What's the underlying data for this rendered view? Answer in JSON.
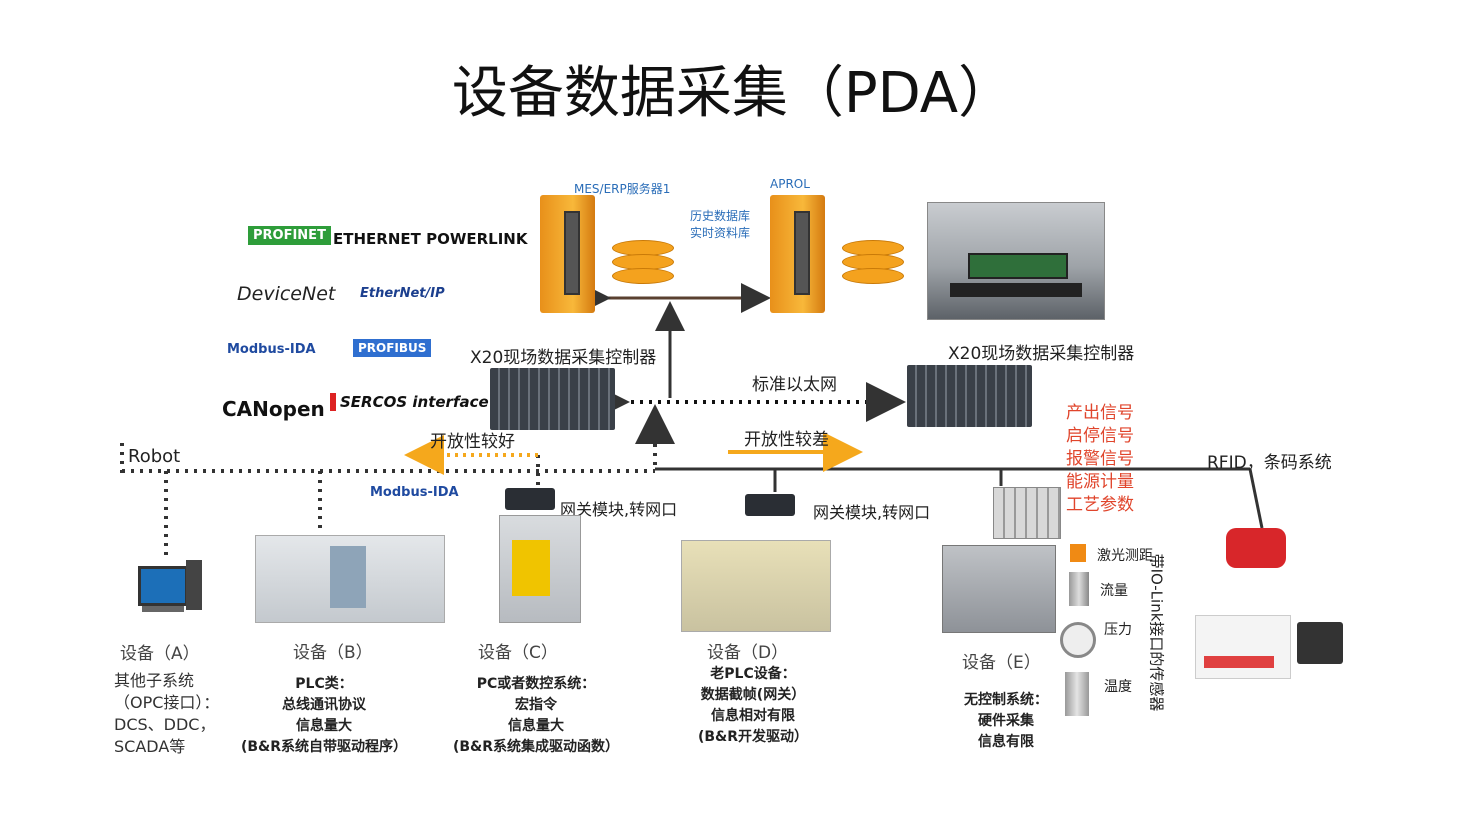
{
  "title": "设备数据采集（PDA）",
  "servers": {
    "mes": "MES/ERP服务器1",
    "aprol": "APROL",
    "db_line1": "历史数据库",
    "db_line2": "实时资料库"
  },
  "controllers": {
    "left": "X20现场数据采集控制器",
    "right": "X20现场数据采集控制器",
    "ethernet": "标准以太网"
  },
  "openness": {
    "good": "开放性较好",
    "poor": "开放性较差"
  },
  "robot": "Robot",
  "rfid": "RFID，条码系统",
  "signals": [
    "产出信号",
    "启停信号",
    "报警信号",
    "能源计量",
    "工艺参数"
  ],
  "gateway": "网关模块,转网口",
  "protocols": [
    "PROFINET",
    "ETHERNET POWERLINK",
    "DeviceNet",
    "EtherNet/IP",
    "Modbus-IDA",
    "PROFIBUS",
    "CANopen",
    "SERCOS interface"
  ],
  "modbus_bottom": "Modbus-IDA",
  "devices": {
    "a": {
      "label": "设备（A）",
      "lines": [
        "其他子系统",
        "（OPC接口）：",
        "DCS、DDC，",
        "SCADA等"
      ]
    },
    "b": {
      "label": "设备（B）",
      "lines": [
        "PLC类：",
        "总线通讯协议",
        "信息量大",
        "(B&R系统自带驱动程序）"
      ]
    },
    "c": {
      "label": "设备（C）",
      "lines": [
        "PC或者数控系统：",
        "宏指令",
        "信息量大",
        "(B&R系统集成驱动函数）"
      ]
    },
    "d": {
      "label": "设备（D）",
      "lines": [
        "老PLC设备：",
        "数据截帧(网关）",
        "信息相对有限",
        "(B&R开发驱动）"
      ]
    },
    "e": {
      "label": "设备（E）",
      "lines": [
        "无控制系统：",
        "硬件采集",
        "信息有限"
      ]
    }
  },
  "sensors": [
    "激光测距",
    "流量",
    "压力",
    "温度"
  ],
  "iolink": "带IO-Link接口的传感器",
  "colors": {
    "orange": "#f5a81c",
    "signal_red": "#e0452c",
    "line_dark": "#333333",
    "link_blue": "#2a6db8"
  }
}
